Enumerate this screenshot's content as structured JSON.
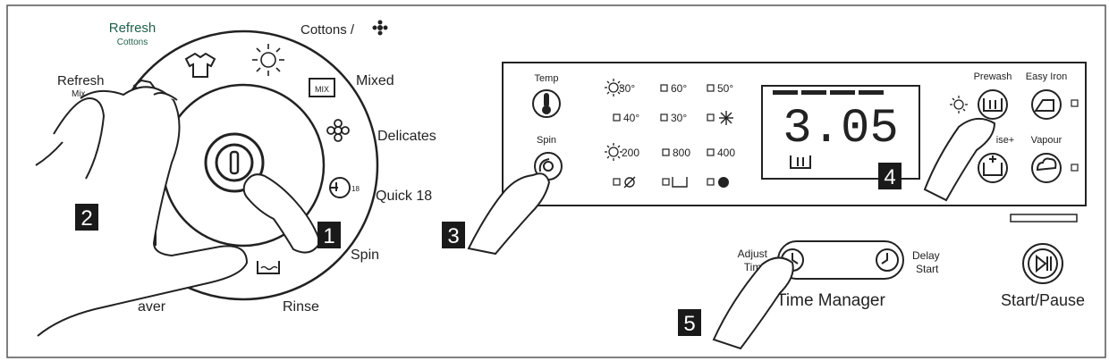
{
  "program_dial": {
    "labels": {
      "refresh_cottons_main": "Refresh",
      "refresh_cottons_sub": "Cottons",
      "cottons": "Cottons /",
      "refresh_mix": "Refresh",
      "refresh_mix_sub": "Mix",
      "mixed": "Mixed",
      "delicates": "Delicates",
      "quick18": "Quick 18",
      "spin": "Spin",
      "rinse": "Rinse",
      "saver": "aver"
    },
    "icon_tags": {
      "mix": "MIX",
      "quick": "18"
    },
    "accent_color": "#1f5f4a"
  },
  "control_panel": {
    "temp_label": "Temp",
    "spin_label": "Spin",
    "temperatures": [
      "30°",
      "60°",
      "50°",
      "40°",
      "30°"
    ],
    "spin_speeds": [
      "200",
      "800",
      "400"
    ],
    "display_value": "3.05",
    "prewash_label": "Prewash",
    "easy_iron_label": "Easy Iron",
    "rinse_plus_label": "ise+",
    "vapour_label": "Vapour"
  },
  "time_manager": {
    "adjust": "Adjust",
    "time": "Time",
    "delay": "Delay",
    "start": "Start",
    "label": "Time Manager"
  },
  "start_pause": {
    "label": "Start/Pause"
  },
  "steps": [
    "1",
    "2",
    "3",
    "4",
    "5"
  ]
}
